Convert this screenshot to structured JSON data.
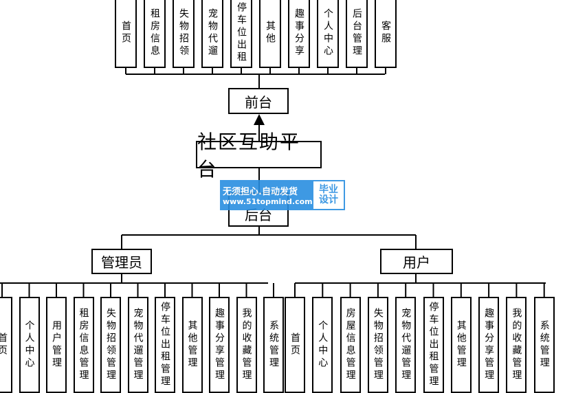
{
  "title": "社区互助平台",
  "front": {
    "label": "前台",
    "modules": [
      "首页",
      "租房信息",
      "失物招领",
      "宠物代遛",
      "停车位出租",
      "其他",
      "趣事分享",
      "个人中心",
      "后台管理",
      "客服"
    ]
  },
  "back": {
    "label": "后台",
    "admin": {
      "label": "管理员",
      "modules": [
        "首页",
        "个人中心",
        "用户管理",
        "租房信息管理",
        "失物招领管理",
        "宠物代遛管理",
        "停车位出租管理",
        "其他管理",
        "趣事分享管理",
        "我的收藏管理",
        "系统管理"
      ]
    },
    "user": {
      "label": "用户",
      "modules": [
        "首页",
        "个人中心",
        "房屋信息管理",
        "失物招领管理",
        "宠物代遛管理",
        "停车位出租管理",
        "其他管理",
        "趣事分享管理",
        "我的收藏管理",
        "系统管理"
      ]
    }
  },
  "watermark": {
    "line1": "无须担心.自动发货",
    "line2": "www.51topmind.com",
    "badge_line1": "毕业",
    "badge_line2": "设计"
  }
}
